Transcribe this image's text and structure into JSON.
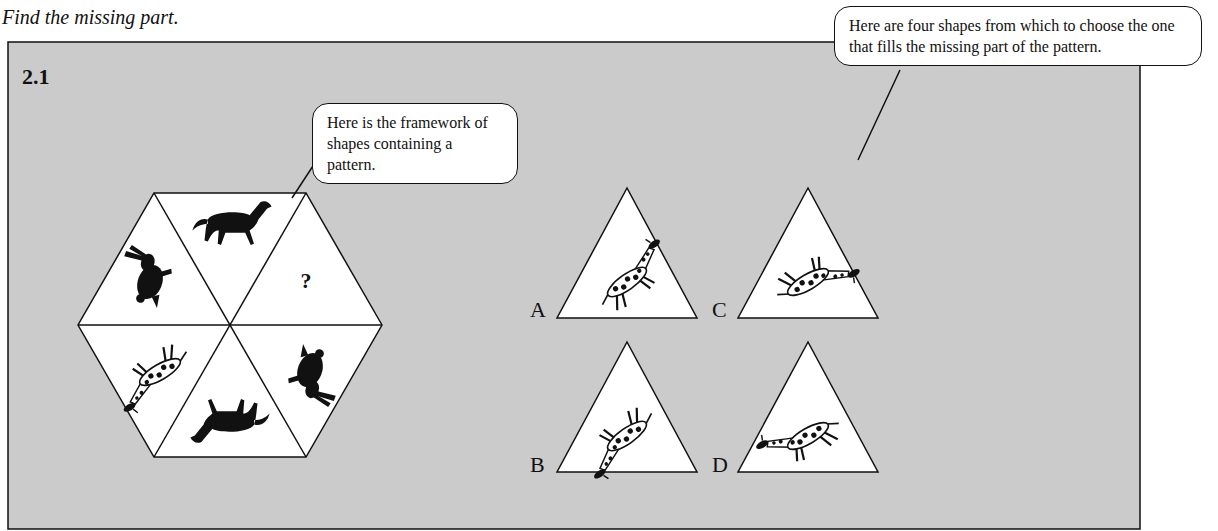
{
  "diagram": {
    "title": "Find the missing part.",
    "nodes": [
      {
        "text": [
          "Here is the framework of shapes containing a pattern."
        ]
      },
      {
        "text": [
          "Here are four shapes from which to choose the one that fills the missing part of the pattern."
        ]
      },
      {
        "text": [
          "?"
        ]
      }
    ],
    "labels": [
      "2.1",
      "A",
      "C",
      "B",
      "D"
    ]
  }
}
